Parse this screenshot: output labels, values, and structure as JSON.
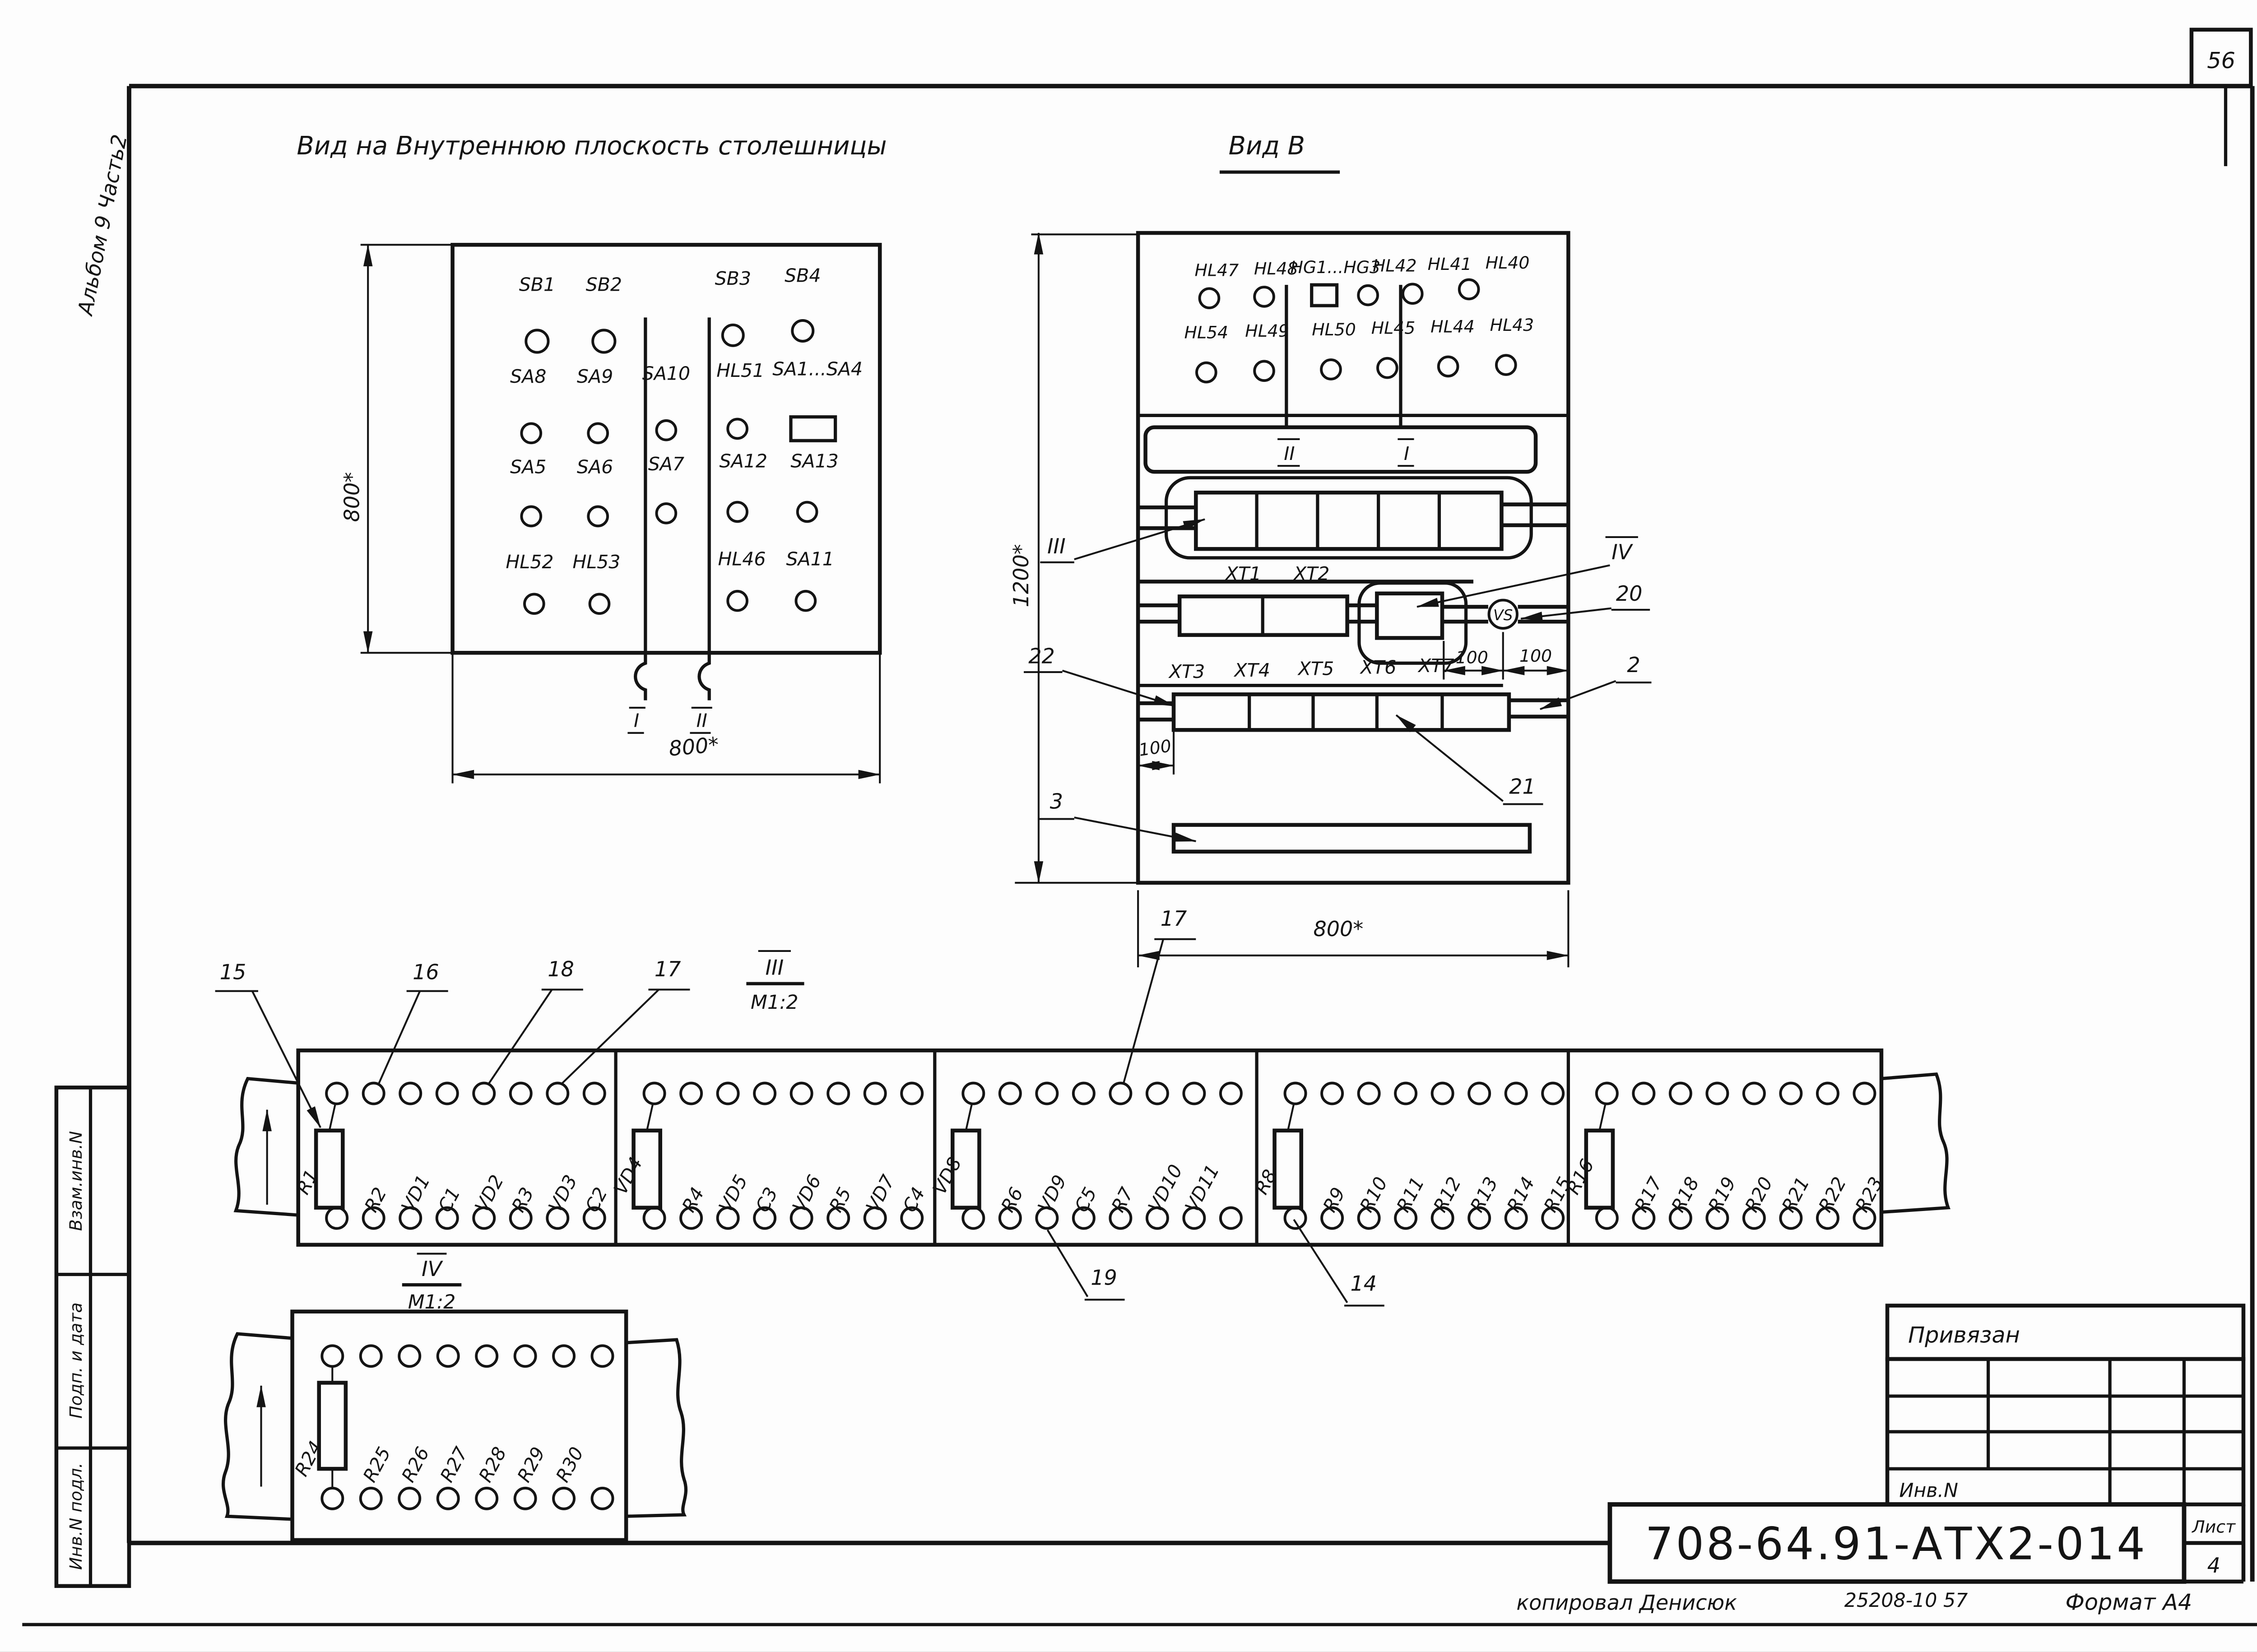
{
  "page": {
    "sheet_corner": "56",
    "album_note": "Альбом 9 Часть2",
    "side_stamps": [
      "Взам.инв.N",
      "Подп. и дата",
      "Инв.N подл."
    ],
    "bottom_line": {
      "copied_by": "копировал Денисюк",
      "order_code": "25208-10 57",
      "format": "Формат А4"
    }
  },
  "title_block": {
    "top_note": "Привязан",
    "inv_label": "Инв.N",
    "doc_number": "708-64.91-АТХ2-014",
    "sheet_label": "Лист",
    "sheet_number": "4"
  },
  "left_view": {
    "title": "Вид на Внутреннюю плоскость  столешницы",
    "height_dim": "800*",
    "width_dim": "800*",
    "rows": [
      [
        "SB1",
        "SB2",
        "SB3",
        "SB4"
      ],
      [
        "SA8",
        "SA9",
        "SA10",
        "HL51",
        "SA1...SA4"
      ],
      [
        "SA5",
        "SA6",
        "SA7",
        "SA12",
        "SA13"
      ],
      [
        "HL52",
        "HL53",
        "HL46",
        "SA11"
      ]
    ],
    "section_marks": [
      "I",
      "II"
    ]
  },
  "right_view": {
    "title": "Вид В",
    "height_dim": "1200*",
    "width_dim": "800*",
    "lamp_rows": [
      [
        "HL47",
        "HL48",
        "HG1...HG3",
        "HL42",
        "HL41",
        "HL40"
      ],
      [
        "HL54",
        "HL49",
        "HL50",
        "HL45",
        "HL44",
        "HL43"
      ]
    ],
    "strip_marks": [
      "II",
      "I"
    ],
    "terminal_labels_upper": [
      "XT1",
      "XT2"
    ],
    "terminal_labels_lower": [
      "XT3",
      "XT4",
      "XT5",
      "XT6",
      "XT7"
    ],
    "component_vs": "VS",
    "dims_100": [
      "100",
      "100",
      "100"
    ],
    "callouts": {
      "cIII": "III",
      "cIV": "IV",
      "c20": "20",
      "c21": "21",
      "c22": "22",
      "c2": "2",
      "c3": "3"
    }
  },
  "detail_iii": {
    "header_num": "III",
    "header_scale": "М1:2",
    "callouts": {
      "c15": "15",
      "c16": "16",
      "c18": "18",
      "c17a": "17",
      "c17b": "17",
      "c19": "19",
      "c14": "14"
    },
    "strips": [
      {
        "first": "R1",
        "labels": [
          "R2",
          "VD1",
          "C1",
          "VD2",
          "R3",
          "VD3",
          "C2"
        ]
      },
      {
        "first": "VD4",
        "labels": [
          "R4",
          "VD5",
          "C3",
          "VD6",
          "R5",
          "VD7",
          "C4"
        ]
      },
      {
        "first": "VD8",
        "labels": [
          "R6",
          "VD9",
          "C5",
          "R7",
          "VD10",
          "VD11"
        ]
      },
      {
        "first": "R8",
        "labels": [
          "R9",
          "R10",
          "R11",
          "R12",
          "R13",
          "R14",
          "R15"
        ]
      },
      {
        "first": "R16",
        "labels": [
          "R17",
          "R18",
          "R19",
          "R20",
          "R21",
          "R22",
          "R23"
        ]
      }
    ]
  },
  "detail_iv": {
    "header_num": "IV",
    "header_scale": "М1:2",
    "first": "R24",
    "labels": [
      "R25",
      "R26",
      "R27",
      "R28",
      "R29",
      "R30"
    ]
  }
}
